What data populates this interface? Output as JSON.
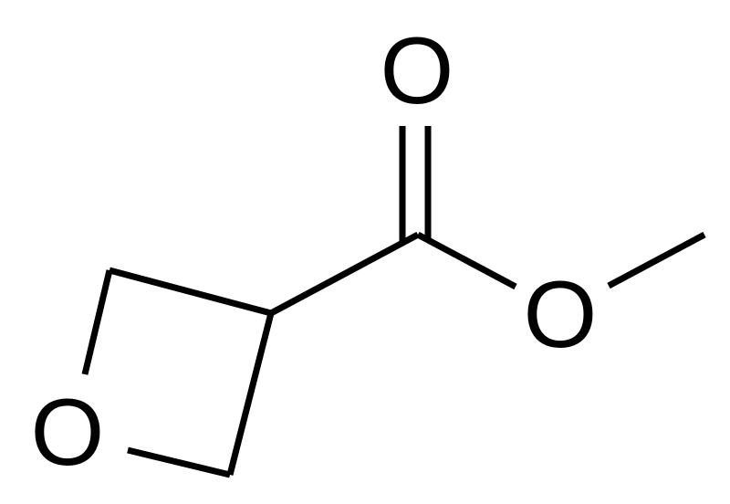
{
  "molecule": {
    "atoms": {
      "carbonyl_oxygen": "O",
      "ester_oxygen": "O",
      "ring_oxygen": "O"
    }
  }
}
